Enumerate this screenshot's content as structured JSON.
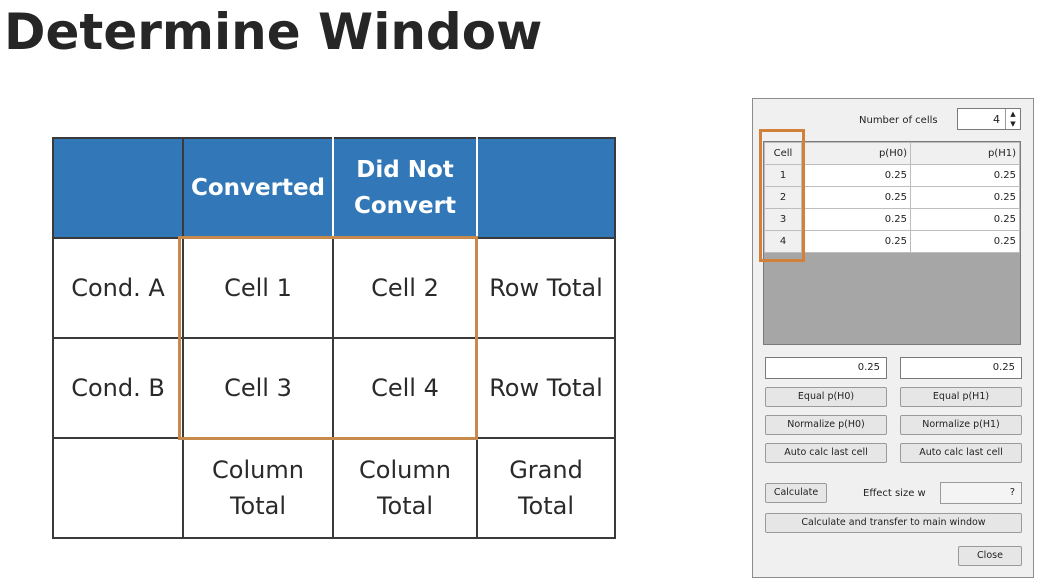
{
  "title": "Determine Window",
  "table": {
    "header": [
      "",
      "Converted",
      [
        "Did Not",
        "Convert"
      ],
      ""
    ],
    "rows": [
      [
        "Cond. A",
        "Cell 1",
        "Cell 2",
        "Row Total"
      ],
      [
        "Cond. B",
        "Cell 3",
        "Cell 4",
        "Row Total"
      ]
    ],
    "totals": [
      "",
      [
        "Column",
        "Total"
      ],
      [
        "Column",
        "Total"
      ],
      [
        "Grand",
        "Total"
      ]
    ]
  },
  "dialog": {
    "number_of_cells_label": "Number of cells",
    "number_of_cells_value": "4",
    "columns": [
      "Cell",
      "p(H0)",
      "p(H1)"
    ],
    "rows": [
      [
        "1",
        "0.25",
        "0.25"
      ],
      [
        "2",
        "0.25",
        "0.25"
      ],
      [
        "3",
        "0.25",
        "0.25"
      ],
      [
        "4",
        "0.25",
        "0.25"
      ]
    ],
    "sum_h0": "0.25",
    "sum_h1": "0.25",
    "buttons": {
      "equal_h0": "Equal p(H0)",
      "equal_h1": "Equal p(H1)",
      "normalize_h0": "Normalize p(H0)",
      "normalize_h1": "Normalize p(H1)",
      "auto_calc_h0": "Auto calc last cell",
      "auto_calc_h1": "Auto calc last cell",
      "calculate": "Calculate",
      "calc_transfer": "Calculate and transfer to main window",
      "close": "Close"
    },
    "effect_size_label": "Effect size w",
    "effect_size_value": "?"
  }
}
